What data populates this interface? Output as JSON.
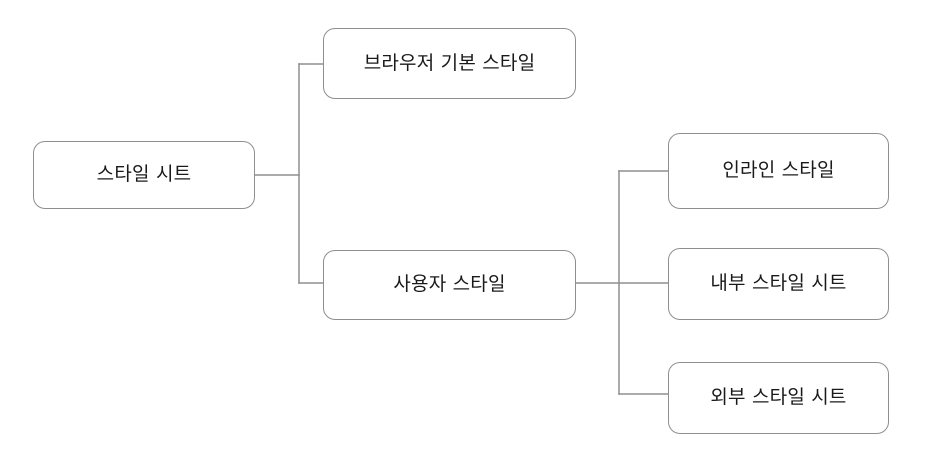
{
  "diagram": {
    "type": "tree",
    "orientation": "left-to-right",
    "stroke_color": "#8f8f8f",
    "background_color": "#ffffff",
    "text_color": "#1a1a1a",
    "nodes": {
      "root": {
        "label": "스타일 시트"
      },
      "browser_default": {
        "label": "브라우저 기본 스타일"
      },
      "user_style": {
        "label": "사용자 스타일"
      },
      "inline_style": {
        "label": "인라인 스타일"
      },
      "internal_stylesheet": {
        "label": "내부 스타일 시트"
      },
      "external_stylesheet": {
        "label": "외부 스타일 시트"
      }
    },
    "edges": [
      {
        "from": "root",
        "to": "browser_default"
      },
      {
        "from": "root",
        "to": "user_style"
      },
      {
        "from": "user_style",
        "to": "inline_style"
      },
      {
        "from": "user_style",
        "to": "internal_stylesheet"
      },
      {
        "from": "user_style",
        "to": "external_stylesheet"
      }
    ]
  }
}
